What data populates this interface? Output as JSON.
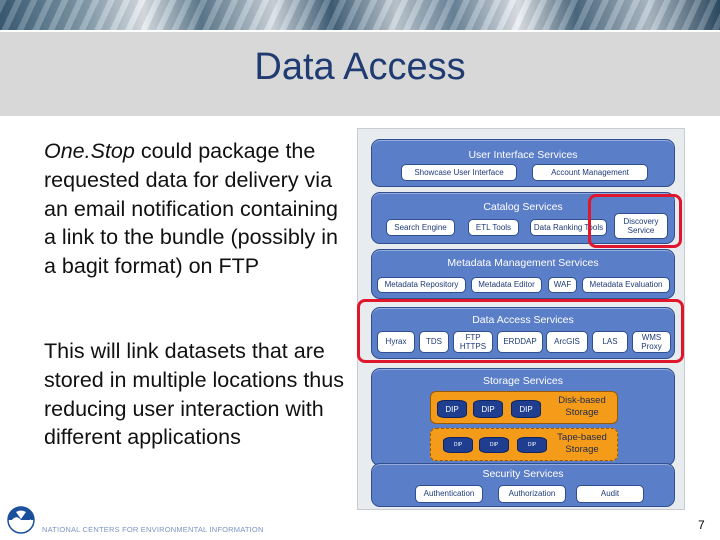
{
  "slide": {
    "title": "Data Access",
    "bullet1_emphasis": "One.Stop",
    "bullet1_rest": " could package the requested data for delivery via an email notification containing a link to the bundle (possibly in a bagit format) on FTP",
    "bullet2": "This will link datasets that are stored in multiple locations thus reducing user interaction with different applications",
    "footer_text": "NATIONAL CENTERS FOR ENVIRONMENTAL INFORMATION",
    "page_number": "7"
  },
  "diagram": {
    "ui": {
      "title": "User Interface Services",
      "items": [
        "Showcase User Interface",
        "Account Management"
      ]
    },
    "catalog": {
      "title": "Catalog Services",
      "items": [
        "Search Engine",
        "ETL Tools",
        "Data Ranking Tools",
        "Discovery Service"
      ]
    },
    "metadata": {
      "title": "Metadata Management Services",
      "items": [
        "Metadata Repository",
        "Metadata Editor",
        "WAF",
        "Metadata Evaluation"
      ]
    },
    "access": {
      "title": "Data Access Services",
      "items": [
        "Hyrax",
        "TDS",
        "FTP HTTPS",
        "ERDDAP",
        "ArcGIS",
        "LAS",
        "WMS Proxy"
      ]
    },
    "storage": {
      "title": "Storage Services",
      "dip": "DIP",
      "disk_label": "Disk-based Storage",
      "tape_label": "Tape-based Storage"
    },
    "security": {
      "title": "Security Services",
      "items": [
        "Authentication",
        "Authorization",
        "Audit"
      ]
    }
  },
  "colors": {
    "title_text": "#1f3b72",
    "layer_fill": "#5b7ec8",
    "highlight": "#e0162c",
    "storage_orange": "#f59b1a",
    "dip_blue": "#1f3e8f"
  },
  "icons": {
    "logo": "noaa-logo-icon"
  }
}
